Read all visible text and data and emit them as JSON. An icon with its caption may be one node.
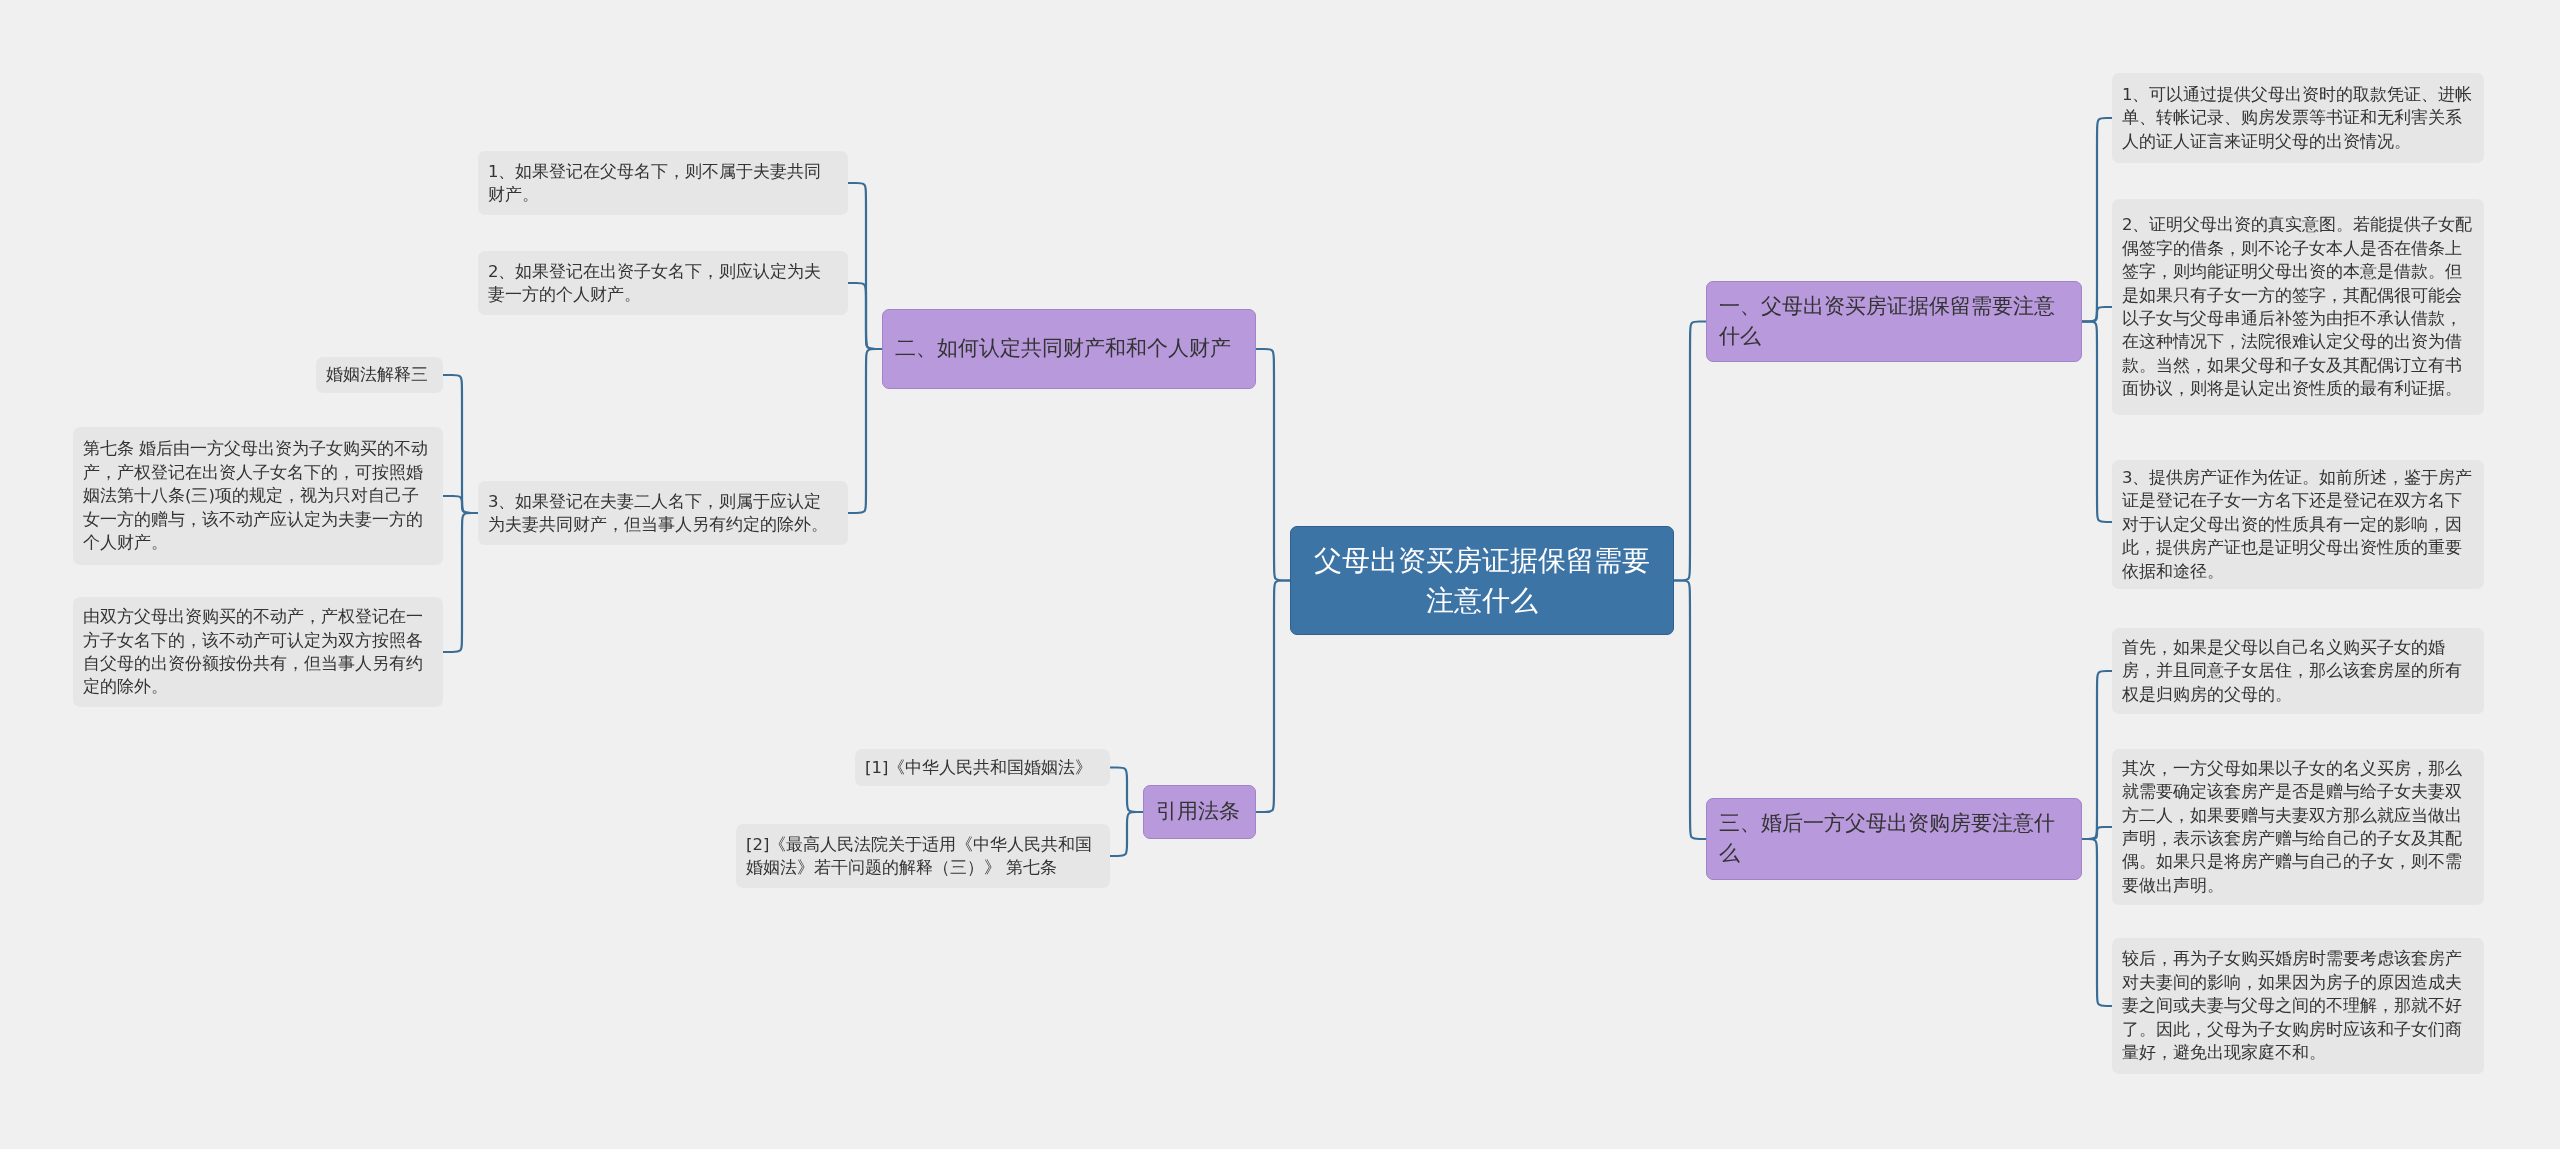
{
  "diagram": {
    "nodes": [
      {
        "text": [
          "父母出资买房证据保留需要注意什么"
        ]
      },
      {
        "text": [
          "一、父母出资买房证据保留需要注意什么"
        ]
      },
      {
        "text": [
          "1、可以通过提供父母出资时的取款凭证、进帐单、转帐记录、购房发票等书证和无利害关系人的证人证言来证明父母的出资情况。"
        ]
      },
      {
        "text": [
          "2、证明父母出资的真实意图。若能提供子女配偶签字的借条，则不论子女本人是否在借条上签字，则均能证明父母出资的本意是借款。但是如果只有子女一方的签字，其配偶很可能会以子女与父母串通后补签为由拒不承认借款，在这种情况下，法院很难认定父母的出资为借款。当然，如果父母和子女及其配偶订立有书面协议，则将是认定出资性质的最有利证据。"
        ]
      },
      {
        "text": [
          "3、提供房产证作为佐证。如前所述，鉴于房产证是登记在子女一方名下还是登记在双方名下对于认定父母出资的性质具有一定的影响，因此，提供房产证也是证明父母出资性质的重要依据和途径。"
        ]
      },
      {
        "text": [
          "三、婚后一方父母出资购房要注意什么"
        ]
      },
      {
        "text": [
          "首先，如果是父母以自己名义购买子女的婚房，并且同意子女居住，那么该套房屋的所有权是归购房的父母的。"
        ]
      },
      {
        "text": [
          "其次，一方父母如果以子女的名义买房，那么就需要确定该套房产是否是赠与给子女夫妻双方二人，如果要赠与夫妻双方那么就应当做出声明，表示该套房产赠与给自己的子女及其配偶。如果只是将房产赠与自己的子女，则不需要做出声明。"
        ]
      },
      {
        "text": [
          "较后，再为子女购买婚房时需要考虑该套房产对夫妻间的影响，如果因为房子的原因造成夫妻之间或夫妻与父母之间的不理解，那就不好了。因此，父母为子女购房时应该和子女们商量好，避免出现家庭不和。"
        ]
      },
      {
        "text": [
          "二、如何认定共同财产和和个人财产"
        ]
      },
      {
        "text": [
          "1、如果登记在父母名下，则不属于夫妻共同财产。"
        ]
      },
      {
        "text": [
          "2、如果登记在出资子女名下，则应认定为夫妻一方的个人财产。"
        ]
      },
      {
        "text": [
          "3、如果登记在夫妻二人名下，则属于应认定为夫妻共同财产，但当事人另有约定的除外。"
        ]
      },
      {
        "text": [
          "婚姻法解释三"
        ]
      },
      {
        "text": [
          "第七条 婚后由一方父母出资为子女购买的不动产，产权登记在出资人子女名下的，可按照婚姻法第十八条(三)项的规定，视为只对自己子女一方的赠与，该不动产应认定为夫妻一方的个人财产。"
        ]
      },
      {
        "text": [
          "由双方父母出资购买的不动产，产权登记在一方子女名下的，该不动产可认定为双方按照各自父母的出资份额按份共有，但当事人另有约定的除外。"
        ]
      },
      {
        "text": [
          "引用法条"
        ]
      },
      {
        "text": [
          "[1]《中华人民共和国婚姻法》"
        ]
      },
      {
        "text": [
          "[2]《最高人民法院关于适用《中华人民共和国婚姻法》若干问题的解释（三）》 第七条"
        ]
      }
    ],
    "edges": [
      {
        "from": 0,
        "to": 1,
        "arrow": "none"
      },
      {
        "from": 1,
        "to": 2,
        "arrow": "none"
      },
      {
        "from": 1,
        "to": 3,
        "arrow": "none"
      },
      {
        "from": 1,
        "to": 4,
        "arrow": "none"
      },
      {
        "from": 0,
        "to": 5,
        "arrow": "none"
      },
      {
        "from": 5,
        "to": 6,
        "arrow": "none"
      },
      {
        "from": 5,
        "to": 7,
        "arrow": "none"
      },
      {
        "from": 5,
        "to": 8,
        "arrow": "none"
      },
      {
        "from": 0,
        "to": 9,
        "arrow": "none"
      },
      {
        "from": 9,
        "to": 10,
        "arrow": "none"
      },
      {
        "from": 9,
        "to": 11,
        "arrow": "none"
      },
      {
        "from": 9,
        "to": 12,
        "arrow": "none"
      },
      {
        "from": 12,
        "to": 13,
        "arrow": "none"
      },
      {
        "from": 12,
        "to": 14,
        "arrow": "none"
      },
      {
        "from": 12,
        "to": 15,
        "arrow": "none"
      },
      {
        "from": 0,
        "to": 16,
        "arrow": "none"
      },
      {
        "from": 16,
        "to": 17,
        "arrow": "none"
      },
      {
        "from": 16,
        "to": 18,
        "arrow": "none"
      }
    ]
  }
}
